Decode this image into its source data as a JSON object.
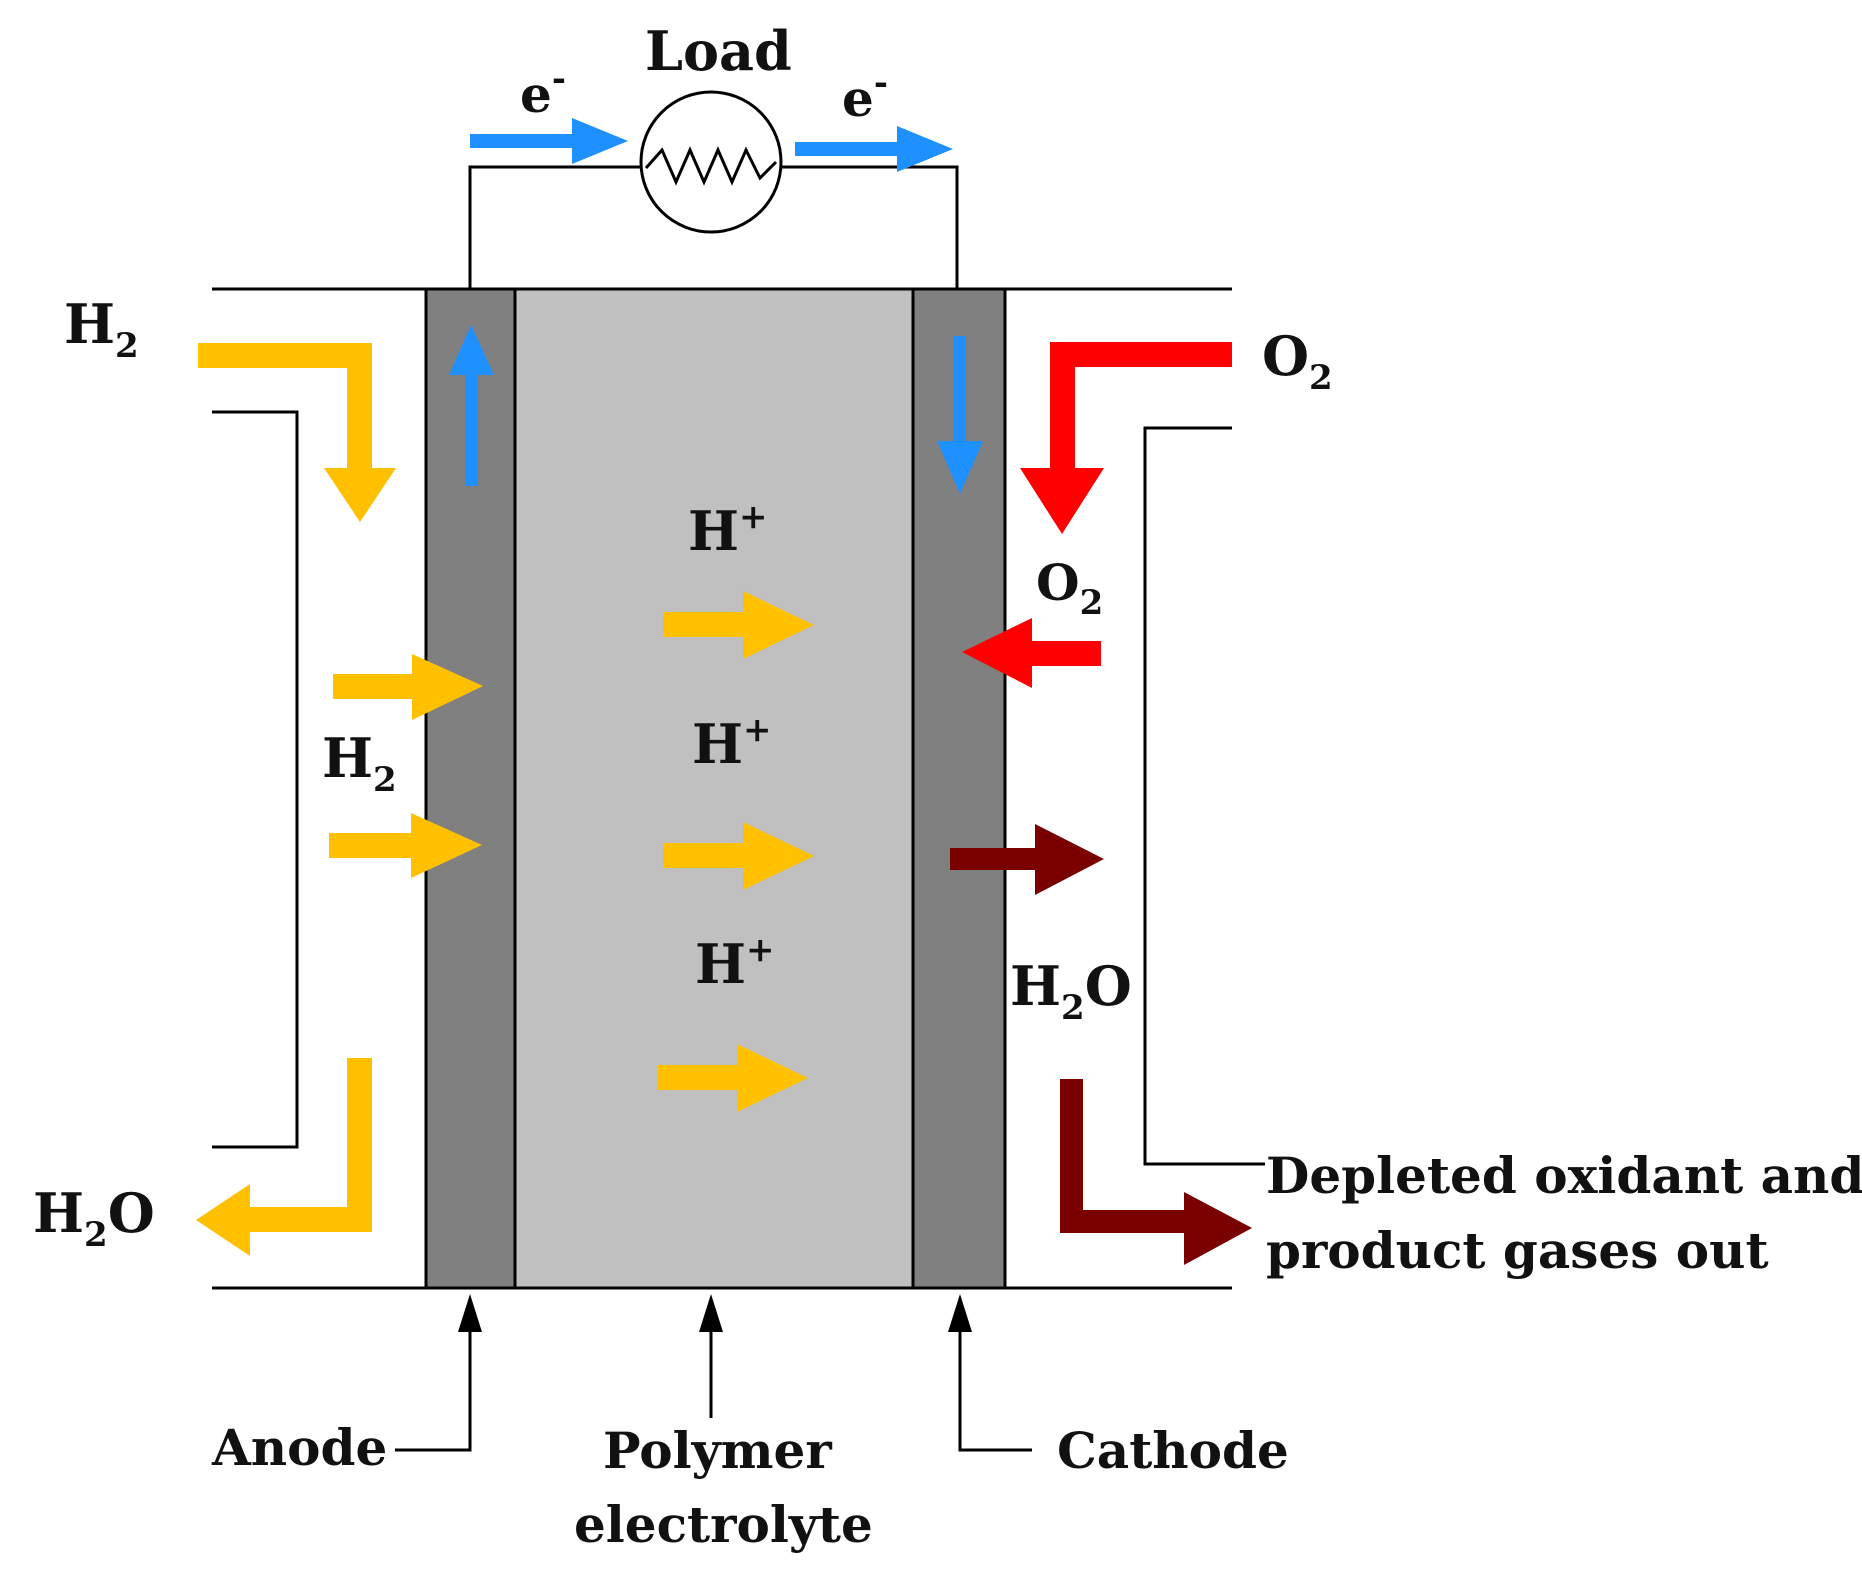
{
  "labels": {
    "load": "Load",
    "electron_left": "e",
    "electron_right": "e",
    "electron_charge": "-",
    "h2_in": "H",
    "h2_in_sub": "2",
    "o2_in": "O",
    "o2_in_sub": "2",
    "o2_inner": "O",
    "o2_inner_sub": "2",
    "h2_inner": "H",
    "h2_inner_sub": "2",
    "h_plus_1": "H",
    "h_plus_2": "H",
    "h_plus_3": "H",
    "h_plus_sign": "+",
    "h2o_out_left": "H",
    "h2o_out_left_sub": "2",
    "h2o_out_left_o": "O",
    "h2o_cathode": "H",
    "h2o_cathode_sub": "2",
    "h2o_cathode_o": "O",
    "depleted_line1": "Depleted oxidant and",
    "depleted_line2": "product gases out",
    "anode": "Anode",
    "polymer_line1": "Polymer",
    "polymer_line2": "electrolyte",
    "cathode": "Cathode"
  },
  "colors": {
    "electrolyte": "#c0c0c0",
    "electrode": "#808080",
    "hydrogen_arrow": "#ffc000",
    "oxygen_arrow": "#ff0000",
    "water_arrow": "#7a0000",
    "electron_arrow": "#1e90ff",
    "line": "#000000"
  }
}
